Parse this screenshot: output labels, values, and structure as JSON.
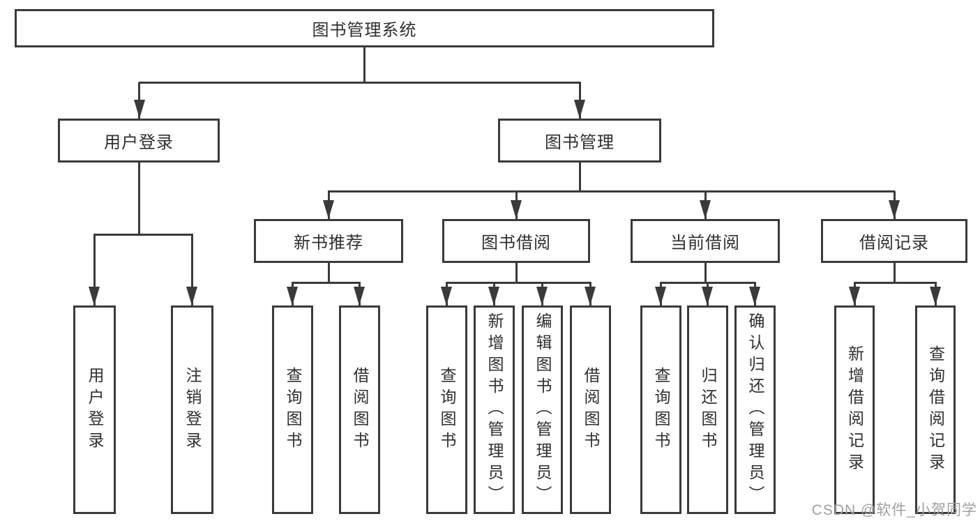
{
  "diagram": {
    "root": "图书管理系统",
    "level2": [
      "用户登录",
      "图书管理"
    ],
    "level3": [
      "新书推荐",
      "图书借阅",
      "当前借阅",
      "借阅记录"
    ],
    "leaves_user": [
      "用户登录",
      "注销登录"
    ],
    "leaves_newbook": [
      "查询图书",
      "借阅图书"
    ],
    "leaves_borrow": [
      "查询图书",
      "新增图书（管理员）",
      "编辑图书（管理员）",
      "借阅图书"
    ],
    "leaves_current": [
      "查询图书",
      "归还图书",
      "确认归还（管理员）"
    ],
    "leaves_records": [
      "新增借阅记录",
      "查询借阅记录"
    ]
  },
  "watermark": "CSDN @软件_小贺同学",
  "colors": {
    "line": "#3a3a3a",
    "text": "#2f2f2f",
    "watermark": "#a0a0a0",
    "background": "#ffffff"
  }
}
